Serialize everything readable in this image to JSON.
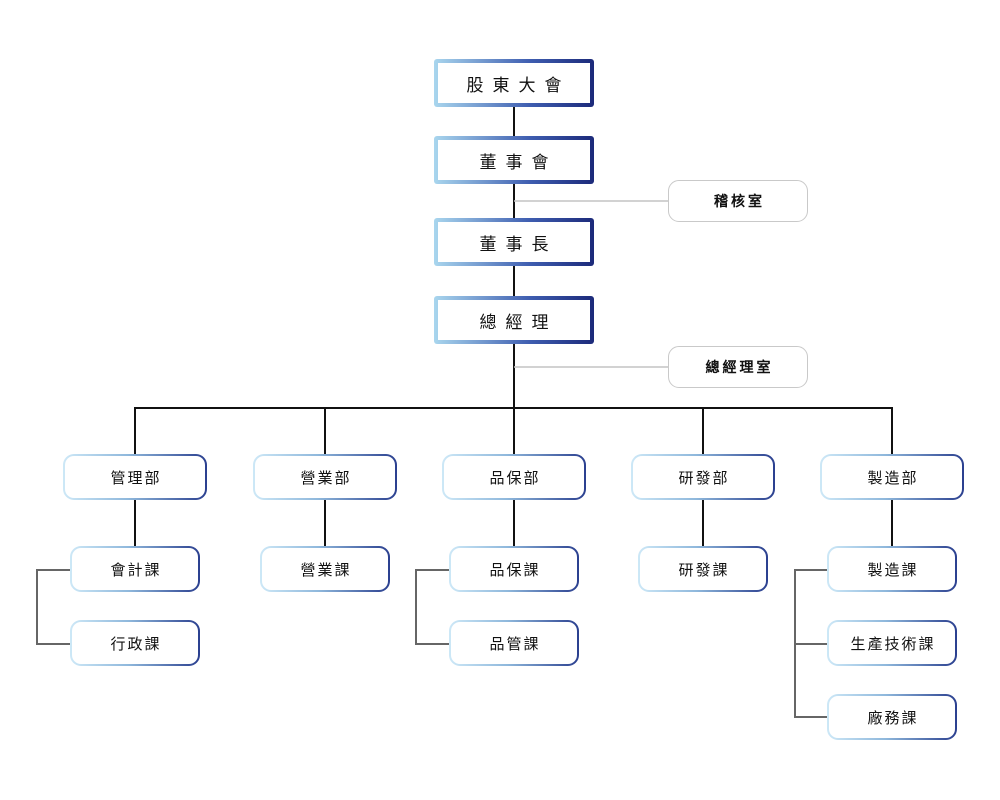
{
  "top": {
    "shareholders": "股東大會",
    "board": "董事會",
    "chairman": "董事長",
    "gm": "總經理"
  },
  "side": {
    "audit": "稽核室",
    "gm_office": "總經理室"
  },
  "departments": [
    {
      "name": "管理部",
      "sections": [
        "會計課",
        "行政課"
      ]
    },
    {
      "name": "營業部",
      "sections": [
        "營業課"
      ]
    },
    {
      "name": "品保部",
      "sections": [
        "品保課",
        "品管課"
      ]
    },
    {
      "name": "研發部",
      "sections": [
        "研發課"
      ]
    },
    {
      "name": "製造部",
      "sections": [
        "製造課",
        "生產技術課",
        "廠務課"
      ]
    }
  ]
}
